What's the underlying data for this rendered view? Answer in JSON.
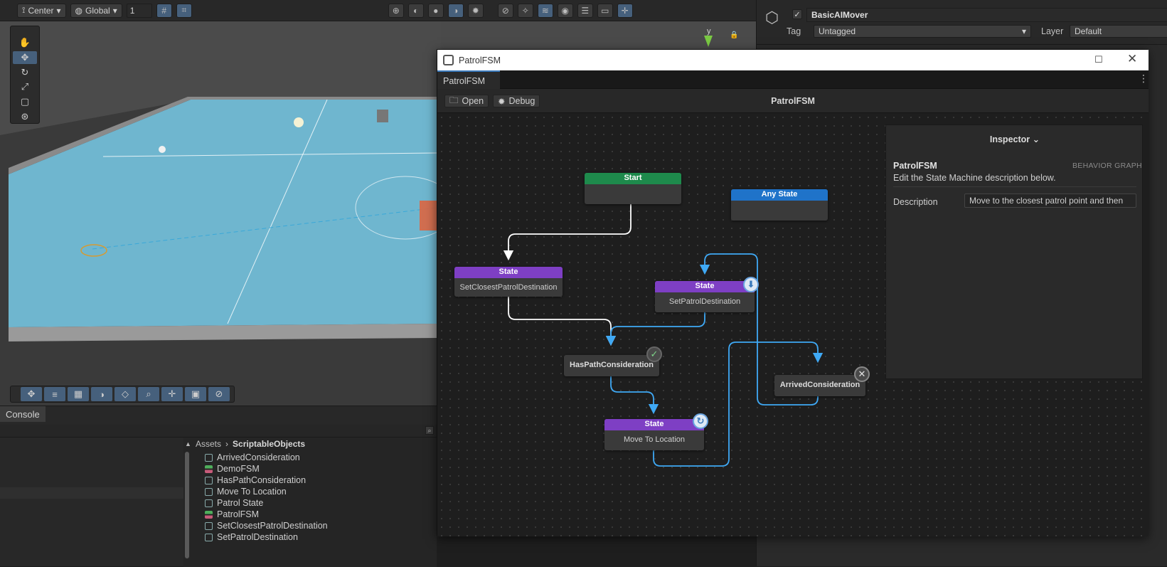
{
  "scene_toolbar": {
    "pivot_label": "Center",
    "space_label": "Global",
    "grid_snap_value": "1"
  },
  "console": {
    "tab_label": "Console"
  },
  "project": {
    "breadcrumb": [
      "Assets",
      "ScriptableObjects"
    ],
    "assets": [
      {
        "name": "ArrivedConsideration",
        "type": "asset"
      },
      {
        "name": "DemoFSM",
        "type": "fsm"
      },
      {
        "name": "HasPathConsideration",
        "type": "asset"
      },
      {
        "name": "Move To Location",
        "type": "asset"
      },
      {
        "name": "Patrol State",
        "type": "asset"
      },
      {
        "name": "PatrolFSM",
        "type": "fsm"
      },
      {
        "name": "SetClosestPatrolDestination",
        "type": "asset"
      },
      {
        "name": "SetPatrolDestination",
        "type": "asset"
      }
    ]
  },
  "inspector": {
    "gameobject_name": "BasicAIMover",
    "tag_label": "Tag",
    "tag_value": "Untagged",
    "layer_label": "Layer",
    "layer_value": "Default"
  },
  "fsm_window": {
    "title": "PatrolFSM",
    "tab": "PatrolFSM",
    "open_label": "Open",
    "debug_label": "Debug",
    "graph_title": "PatrolFSM",
    "nodes": {
      "start_label": "Start",
      "any_state_label": "Any State",
      "state_header": "State",
      "set_closest": "SetClosestPatrolDestination",
      "set_patrol": "SetPatrolDestination",
      "move_to": "Move To Location",
      "has_path": "HasPathConsideration",
      "arrived": "ArrivedConsideration"
    },
    "graph_inspector": {
      "title": "Inspector",
      "name": "PatrolFSM",
      "type": "BEHAVIOR GRAPH",
      "subtitle": "Edit the State Machine description below.",
      "description_label": "Description",
      "description_value": "Move to the closest patrol point and then"
    }
  },
  "colors": {
    "start": "#1e8a4c",
    "any_state": "#1f73c9",
    "state": "#7e3fc4",
    "edge_white": "#ffffff",
    "edge_blue": "#3fa9f5",
    "floor": "#6fb6cf"
  }
}
